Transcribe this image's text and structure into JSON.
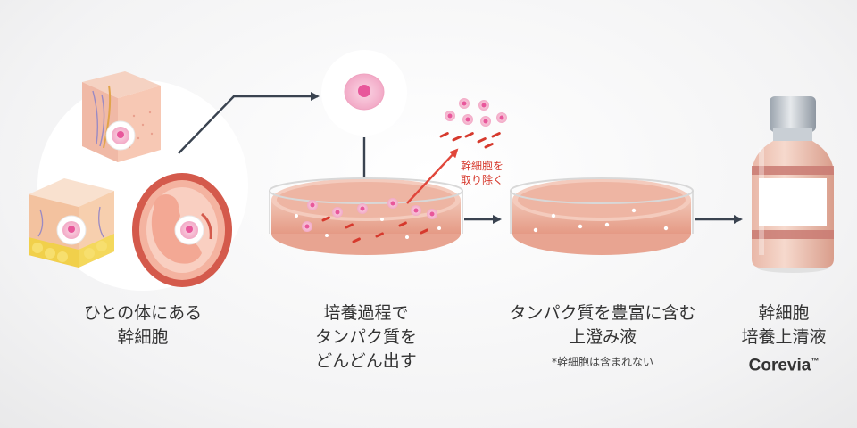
{
  "steps": [
    {
      "lines": [
        "ひとの体にある",
        "幹細胞"
      ]
    },
    {
      "lines": [
        "培養過程で",
        "タンパク質を",
        "どんどん出す"
      ]
    },
    {
      "lines": [
        "タンパク質を豊富に含む",
        "上澄み液"
      ],
      "note": "*幹細胞は含まれない"
    },
    {
      "lines": [
        "幹細胞",
        "培養上清液"
      ],
      "brand": "Corevia",
      "brand_mark": "™"
    }
  ],
  "remove_label": [
    "幹細胞を",
    "取り除く"
  ],
  "colors": {
    "arrow_dark": "#3a4350",
    "arrow_red": "#e0463a",
    "cell_pink": "#f4a7c8",
    "cell_nucleus": "#e8579b",
    "medium": "#e7a58f",
    "vial_band": "#c97a72"
  },
  "icons": [
    "skin-cube-icon",
    "fat-cube-icon",
    "embryo-icon",
    "stem-cell-icon",
    "petri-dish-icon",
    "vial-icon"
  ]
}
